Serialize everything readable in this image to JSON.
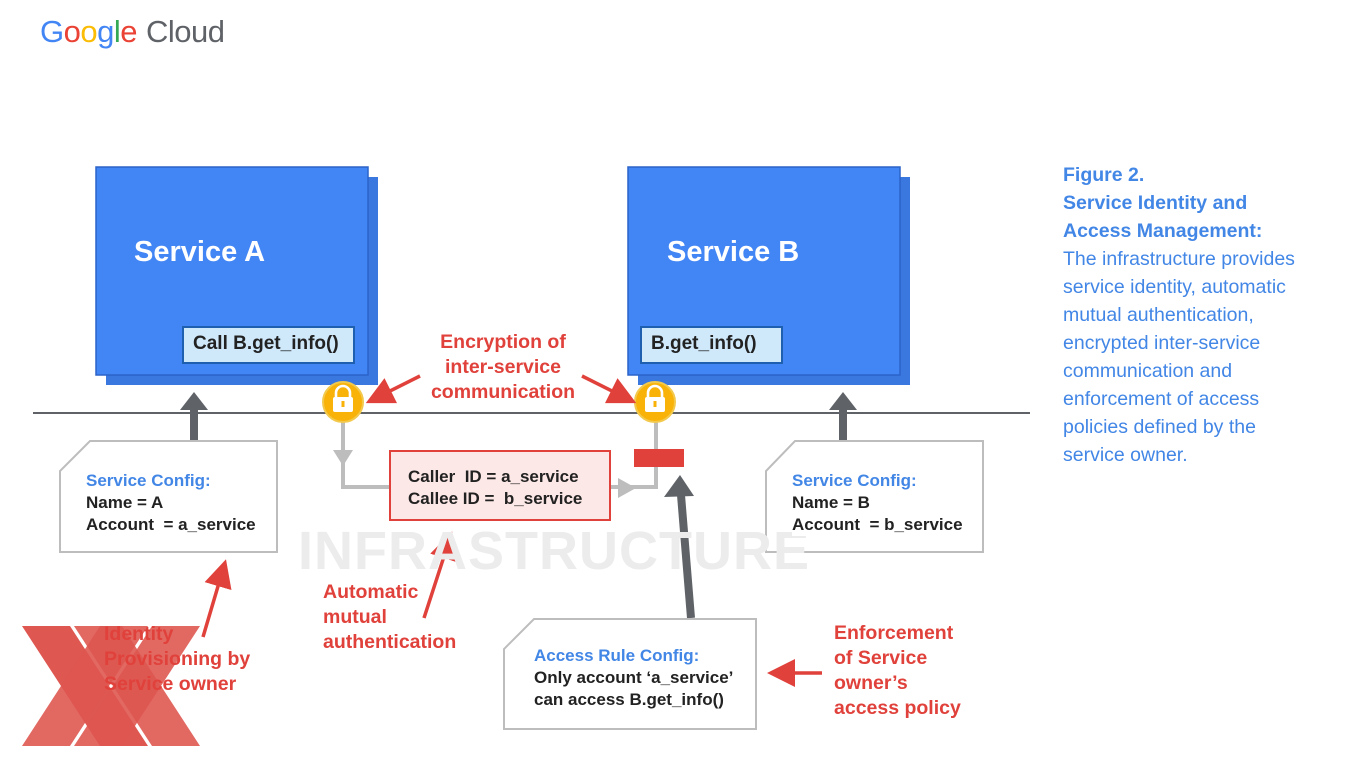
{
  "logo": {
    "google": "Google",
    "cloud": "Cloud",
    "letter_colors": [
      "#4285F4",
      "#EA4335",
      "#FBBC05",
      "#4285F4",
      "#34A853",
      "#EA4335"
    ]
  },
  "colors": {
    "service_blue": "#4285f4",
    "service_shadow": "#3a78e0",
    "call_fill": "#cfe9fb",
    "red": "#e0413b",
    "gray": "#5f6368",
    "lock": "#f9b208",
    "caption_blue": "#4286e6"
  },
  "service_a": {
    "title": "Service A",
    "call": "Call B.get_info()"
  },
  "service_b": {
    "title": "Service B",
    "call": "B.get_info()"
  },
  "config_a": {
    "heading": "Service Config:",
    "line1": "Name = A",
    "line2": "Account  = a_service"
  },
  "config_b": {
    "heading": "Service Config:",
    "line1": "Name = B",
    "line2": "Account  = b_service"
  },
  "auth_box": {
    "line1": "Caller  ID = a_service",
    "line2": "Callee ID =  b_service"
  },
  "infrastructure": "INFRASTRUCTURE",
  "labels": {
    "encryption": [
      "Encryption of",
      "inter-service",
      "communication"
    ],
    "mutual_auth": [
      "Automatic",
      "mutual",
      "authentication"
    ],
    "identity": [
      "Identity",
      "Provisioning by",
      "Service owner"
    ],
    "enforcement": [
      "Enforcement",
      "of Service",
      "owner’s",
      "access policy"
    ]
  },
  "access_rule": {
    "heading": "Access Rule Config:",
    "line1": "Only account ‘a_service’",
    "line2": "can access B.get_info()"
  },
  "caption": {
    "figure": "Figure 2.",
    "title_line1": "Service Identity and",
    "title_line2": "Access Management:",
    "body": [
      "The infrastructure provides",
      "service identity, automatic",
      "mutual authentication,",
      "encrypted inter-service",
      "communication and",
      "enforcement of access",
      "policies defined by the",
      "service owner."
    ]
  },
  "icons": [
    "lock-icon",
    "lock-icon",
    "cross-mark-icon"
  ]
}
